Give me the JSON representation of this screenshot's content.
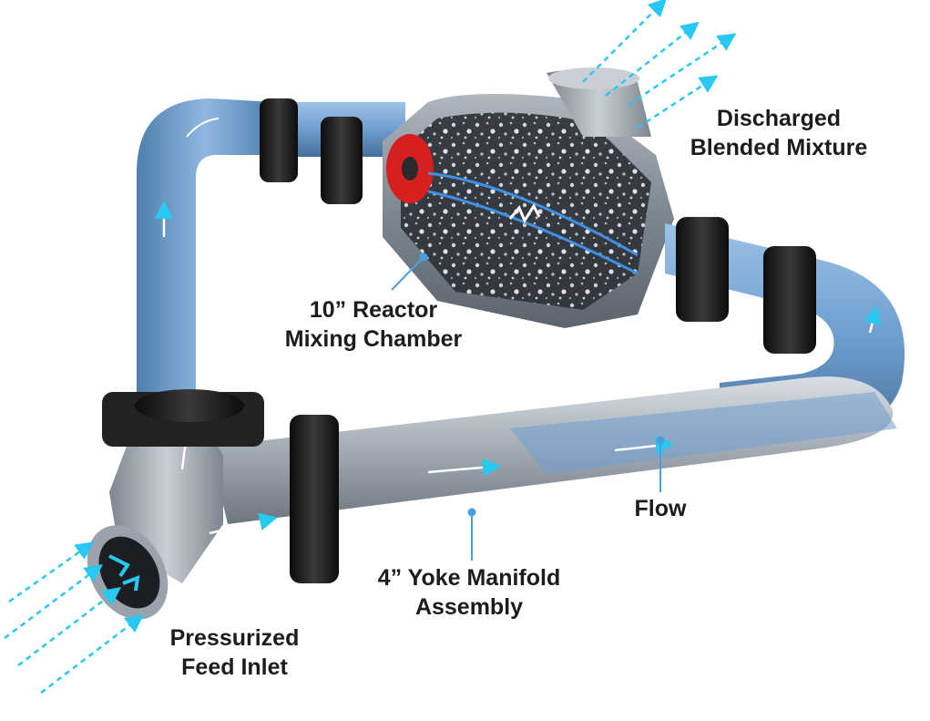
{
  "labels": {
    "discharge": {
      "line1": "Discharged",
      "line2": "Blended Mixture"
    },
    "reactor": {
      "line1": "10” Reactor",
      "line2": "Mixing Chamber"
    },
    "flow": "Flow",
    "yoke": {
      "line1": "4” Yoke Manifold",
      "line2": "Assembly"
    },
    "inlet": {
      "line1": "Pressurized",
      "line2": "Feed Inlet"
    }
  },
  "colors": {
    "pipe_blue": "#6f9fd0",
    "pipe_steel": "#a9b2bb",
    "clamp": "#1a1a1a",
    "flow_arrow": "#27c8f2",
    "leader_line": "#4a9fe0",
    "impeller": "#d81f1f"
  }
}
